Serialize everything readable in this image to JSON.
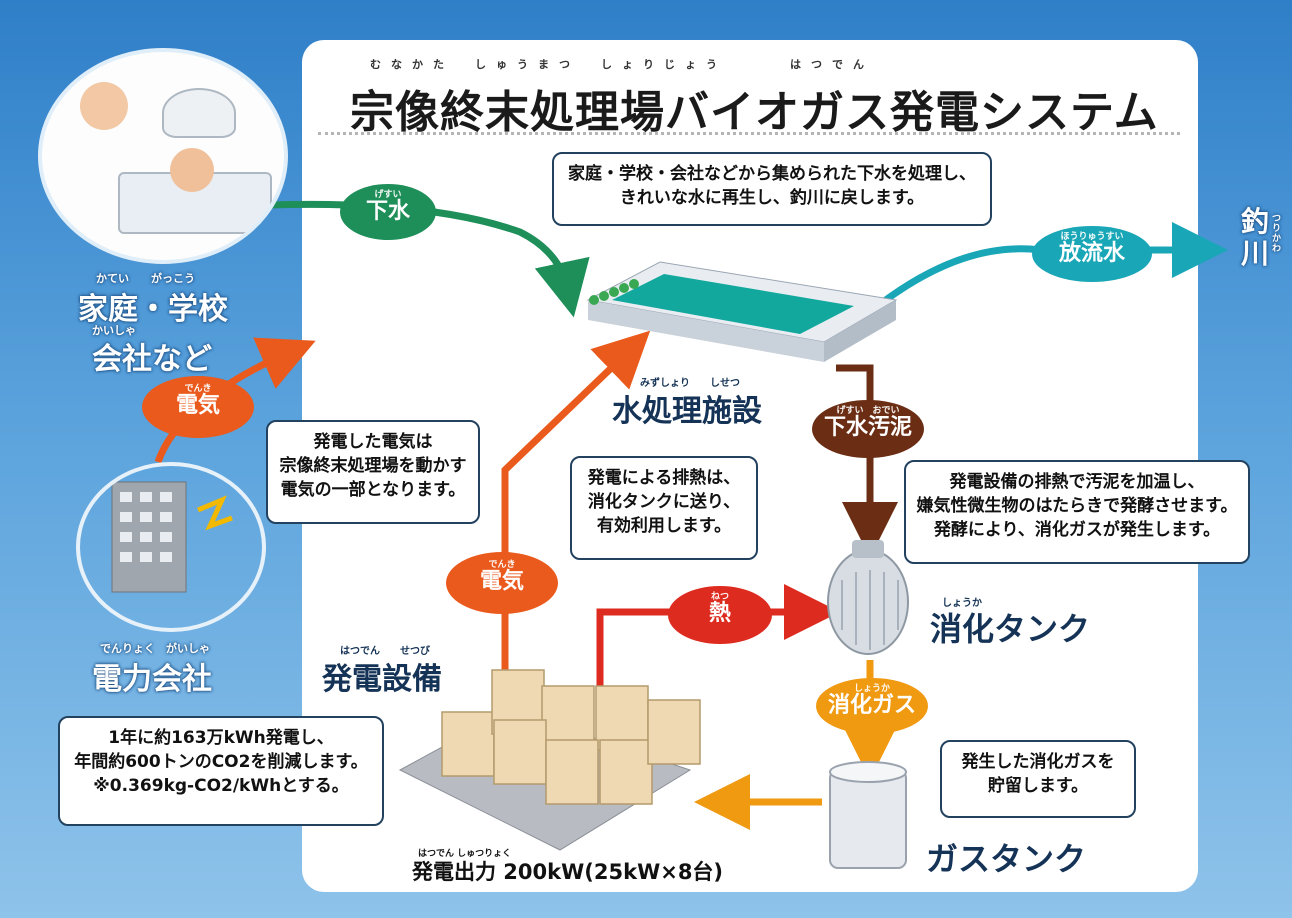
{
  "title": {
    "text": "宗像終末処理場バイオガス発電システム",
    "ruby": "むなかた　しゅうまつ　しょりじょう　　　はつでん"
  },
  "sources": {
    "line1_ruby": "かてい　　がっこう",
    "line1": "家庭・学校",
    "line2_ruby": "かいしゃ",
    "line2": "会社など",
    "power_company_ruby": "でんりょく　がいしゃ",
    "power_company": "電力会社"
  },
  "flows": {
    "gesui_ruby": "げすい",
    "gesui": "下水",
    "denki1_ruby": "でんき",
    "denki1": "電気",
    "denki2_ruby": "でんき",
    "denki2": "電気",
    "houryusui_ruby": "ほうりゅうすい",
    "houryusui": "放流水",
    "odei_ruby": "げすい　おでい",
    "odei": "下水汚泥",
    "netsu_ruby": "ねつ",
    "netsu": "熱",
    "gas_ruby": "しょうか",
    "gas": "消化ガス"
  },
  "river": {
    "name": "釣川",
    "ruby": "つりかわ"
  },
  "bubbles": {
    "treatment": [
      "家庭・学校・会社などから集められた下水を処理し、",
      "きれいな水に再生し、釣川に戻します。"
    ],
    "power_use": [
      "発電した電気は",
      "宗像終末処理場を動かす",
      "電気の一部となります。"
    ],
    "exhaust": [
      "発電による排熱は、",
      "消化タンクに送り、",
      "有効利用します。"
    ],
    "digestion": [
      "発電設備の排熱で汚泥を加温し、",
      "嫌気性微生物のはたらきで発酵させます。",
      "発酵により、消化ガスが発生します。"
    ],
    "storage": [
      "発生した消化ガスを",
      "貯留します。"
    ],
    "output": [
      "1年に約163万kWh発電し、",
      "年間約600トンのCO2を削減します。",
      "※0.369kg-CO2/kWhとする。"
    ]
  },
  "facilities": {
    "water_ruby": "みずしょり　　しせつ",
    "water": "水処理施設",
    "digestion_ruby": "しょうか",
    "digestion": "消化タンク",
    "generator_ruby": "はつでん　　せつび",
    "generator": "発電設備",
    "gastank": "ガスタンク"
  },
  "capacity": {
    "ruby": "はつでん しゅつりょく",
    "text": "発電出力 200kW(25kW×8台)"
  },
  "colors": {
    "sewage": "#1f8f5a",
    "effluent": "#19a7b8",
    "electricity": "#ea5a1c",
    "heat": "#de2b1f",
    "sludge": "#6b2e14",
    "gas": "#f09a12",
    "outline": "#23425f"
  }
}
